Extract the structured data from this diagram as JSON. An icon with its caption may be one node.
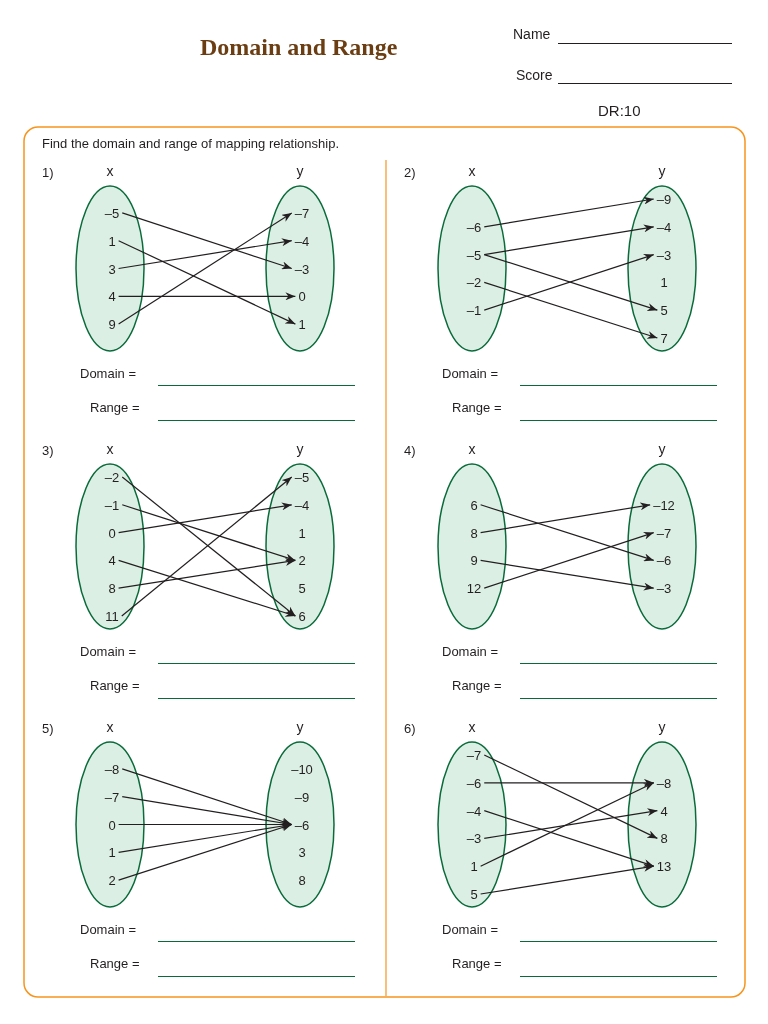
{
  "diagram": {
    "title": "Domain and Range",
    "nodes": [
      {
        "text": [
          "x"
        ]
      },
      {
        "text": [
          "–5"
        ],
        "in": 0
      },
      {
        "text": [
          "1"
        ],
        "in": 0
      },
      {
        "text": [
          "3"
        ],
        "in": 0
      },
      {
        "text": [
          "4"
        ],
        "in": 0
      },
      {
        "text": [
          "9"
        ],
        "in": 0
      },
      {
        "text": [
          "y"
        ]
      },
      {
        "text": [
          "–7"
        ],
        "in": 6
      },
      {
        "text": [
          "–4"
        ],
        "in": 6
      },
      {
        "text": [
          "–3"
        ],
        "in": 6
      },
      {
        "text": [
          "0"
        ],
        "in": 6
      },
      {
        "text": [
          "1"
        ],
        "in": 6
      },
      {
        "text": [
          "x"
        ]
      },
      {
        "text": [
          "–6"
        ],
        "in": 12
      },
      {
        "text": [
          "–5"
        ],
        "in": 12
      },
      {
        "text": [
          "–2"
        ],
        "in": 12
      },
      {
        "text": [
          "–1"
        ],
        "in": 12
      },
      {
        "text": [
          "y"
        ]
      },
      {
        "text": [
          "–9"
        ],
        "in": 17
      },
      {
        "text": [
          "–4"
        ],
        "in": 17
      },
      {
        "text": [
          "–3"
        ],
        "in": 17
      },
      {
        "text": [
          "1"
        ],
        "in": 17
      },
      {
        "text": [
          "5"
        ],
        "in": 17
      },
      {
        "text": [
          "7"
        ],
        "in": 17
      },
      {
        "text": [
          "x"
        ]
      },
      {
        "text": [
          "–2"
        ],
        "in": 24
      },
      {
        "text": [
          "–1"
        ],
        "in": 24
      },
      {
        "text": [
          "0"
        ],
        "in": 24
      },
      {
        "text": [
          "4"
        ],
        "in": 24
      },
      {
        "text": [
          "8"
        ],
        "in": 24
      },
      {
        "text": [
          "11"
        ],
        "in": 24
      },
      {
        "text": [
          "y"
        ]
      },
      {
        "text": [
          "–5"
        ],
        "in": 31
      },
      {
        "text": [
          "–4"
        ],
        "in": 31
      },
      {
        "text": [
          "1"
        ],
        "in": 31
      },
      {
        "text": [
          "2"
        ],
        "in": 31
      },
      {
        "text": [
          "5"
        ],
        "in": 31
      },
      {
        "text": [
          "6"
        ],
        "in": 31
      },
      {
        "text": [
          "x"
        ]
      },
      {
        "text": [
          "6"
        ],
        "in": 38
      },
      {
        "text": [
          "8"
        ],
        "in": 38
      },
      {
        "text": [
          "9"
        ],
        "in": 38
      },
      {
        "text": [
          "12"
        ],
        "in": 38
      },
      {
        "text": [
          "y"
        ]
      },
      {
        "text": [
          "–12"
        ],
        "in": 43
      },
      {
        "text": [
          "–7"
        ],
        "in": 43
      },
      {
        "text": [
          "–6"
        ],
        "in": 43
      },
      {
        "text": [
          "–3"
        ],
        "in": 43
      },
      {
        "text": [
          "x"
        ]
      },
      {
        "text": [
          "–8"
        ],
        "in": 48
      },
      {
        "text": [
          "–7"
        ],
        "in": 48
      },
      {
        "text": [
          "0"
        ],
        "in": 48
      },
      {
        "text": [
          "1"
        ],
        "in": 48
      },
      {
        "text": [
          "2"
        ],
        "in": 48
      },
      {
        "text": [
          "y"
        ]
      },
      {
        "text": [
          "–10"
        ],
        "in": 54
      },
      {
        "text": [
          "–9"
        ],
        "in": 54
      },
      {
        "text": [
          "–6"
        ],
        "in": 54
      },
      {
        "text": [
          "3"
        ],
        "in": 54
      },
      {
        "text": [
          "8"
        ],
        "in": 54
      },
      {
        "text": [
          "x"
        ]
      },
      {
        "text": [
          "–7"
        ],
        "in": 60
      },
      {
        "text": [
          "–6"
        ],
        "in": 60
      },
      {
        "text": [
          "–4"
        ],
        "in": 60
      },
      {
        "text": [
          "–3"
        ],
        "in": 60
      },
      {
        "text": [
          "1"
        ],
        "in": 60
      },
      {
        "text": [
          "5"
        ],
        "in": 60
      },
      {
        "text": [
          "y"
        ]
      },
      {
        "text": [
          "–8"
        ],
        "in": 67
      },
      {
        "text": [
          "4"
        ],
        "in": 67
      },
      {
        "text": [
          "8"
        ],
        "in": 67
      },
      {
        "text": [
          "13"
        ],
        "in": 67
      }
    ],
    "edges": [
      {
        "from": 1,
        "to": 9,
        "arrow": "to"
      },
      {
        "from": 2,
        "to": 11,
        "arrow": "to"
      },
      {
        "from": 3,
        "to": 8,
        "arrow": "to"
      },
      {
        "from": 4,
        "to": 10,
        "arrow": "to"
      },
      {
        "from": 5,
        "to": 7,
        "arrow": "to"
      },
      {
        "from": 13,
        "to": 18,
        "arrow": "to"
      },
      {
        "from": 14,
        "to": 19,
        "arrow": "to"
      },
      {
        "from": 14,
        "to": 22,
        "arrow": "to"
      },
      {
        "from": 15,
        "to": 23,
        "arrow": "to"
      },
      {
        "from": 16,
        "to": 20,
        "arrow": "to"
      },
      {
        "from": 25,
        "to": 37,
        "arrow": "to"
      },
      {
        "from": 26,
        "to": 35,
        "arrow": "to"
      },
      {
        "from": 27,
        "to": 33,
        "arrow": "to"
      },
      {
        "from": 28,
        "to": 37,
        "arrow": "to"
      },
      {
        "from": 29,
        "to": 35,
        "arrow": "to"
      },
      {
        "from": 30,
        "to": 32,
        "arrow": "to"
      },
      {
        "from": 39,
        "to": 46,
        "arrow": "to"
      },
      {
        "from": 40,
        "to": 44,
        "arrow": "to"
      },
      {
        "from": 41,
        "to": 47,
        "arrow": "to"
      },
      {
        "from": 42,
        "to": 45,
        "arrow": "to"
      },
      {
        "from": 49,
        "to": 57,
        "arrow": "to"
      },
      {
        "from": 50,
        "to": 57,
        "arrow": "to"
      },
      {
        "from": 51,
        "to": 57,
        "arrow": "to"
      },
      {
        "from": 52,
        "to": 57,
        "arrow": "to"
      },
      {
        "from": 53,
        "to": 57,
        "arrow": "to"
      },
      {
        "from": 61,
        "to": 70,
        "arrow": "to"
      },
      {
        "from": 62,
        "to": 68,
        "arrow": "to"
      },
      {
        "from": 63,
        "to": 71,
        "arrow": "to"
      },
      {
        "from": 64,
        "to": 69,
        "arrow": "to"
      },
      {
        "from": 65,
        "to": 68,
        "arrow": "to"
      },
      {
        "from": 66,
        "to": 71,
        "arrow": "to"
      }
    ],
    "labels": [
      "Name",
      "Score",
      "DR:10",
      "Find the domain and range of mapping relationship.",
      "1)",
      "Domain =",
      "Range =",
      "2)",
      "Domain =",
      "Range =",
      "3)",
      "Domain =",
      "Range =",
      "4)",
      "Domain =",
      "Range =",
      "5)",
      "Domain =",
      "Range =",
      "6)",
      "Domain =",
      "Range ="
    ]
  }
}
